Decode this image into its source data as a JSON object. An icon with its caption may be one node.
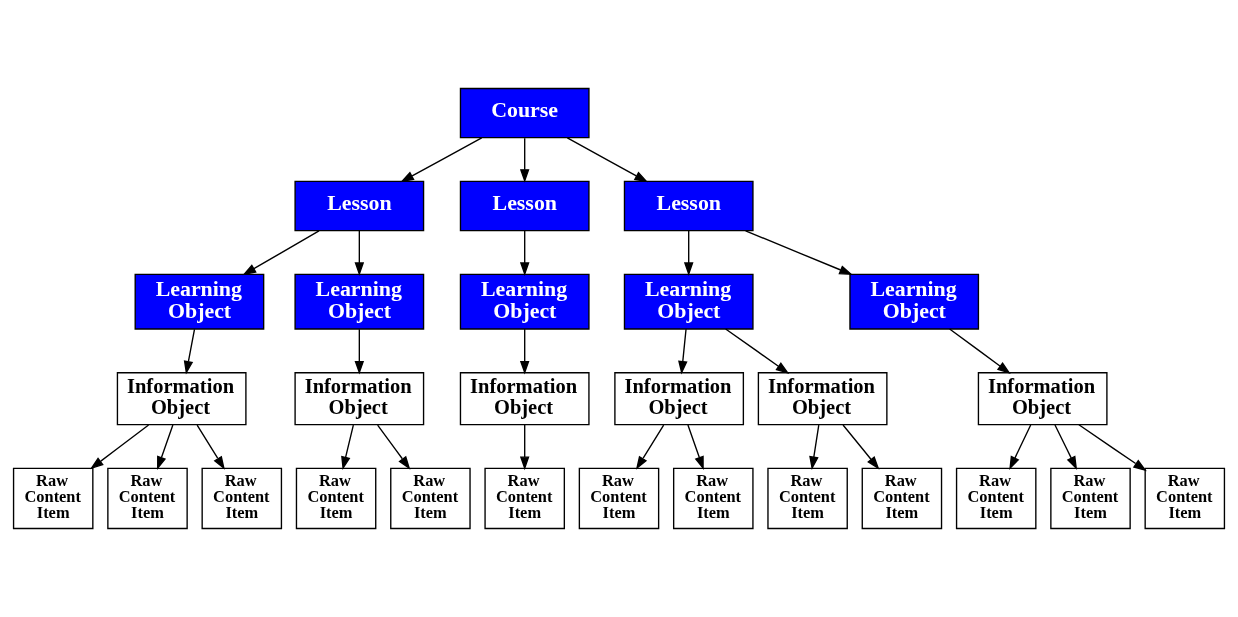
{
  "diagram": {
    "nodes": [
      {
        "text": [
          "Course"
        ]
      },
      {
        "text": [
          "Lesson"
        ]
      },
      {
        "text": [
          "Lesson"
        ]
      },
      {
        "text": [
          "Lesson"
        ]
      },
      {
        "text": [
          "Learning Object"
        ]
      },
      {
        "text": [
          "Learning Object"
        ]
      },
      {
        "text": [
          "Learning Object"
        ]
      },
      {
        "text": [
          "Learning Object"
        ]
      },
      {
        "text": [
          "Learning Object"
        ]
      },
      {
        "text": [
          "Information Object"
        ]
      },
      {
        "text": [
          "Information Object"
        ]
      },
      {
        "text": [
          "Information Object"
        ]
      },
      {
        "text": [
          "Information Object"
        ]
      },
      {
        "text": [
          "Information Object"
        ]
      },
      {
        "text": [
          "Information Object"
        ]
      },
      {
        "text": [
          "Raw Content Item"
        ]
      },
      {
        "text": [
          "Raw Content Item"
        ]
      },
      {
        "text": [
          "Raw Content Item"
        ]
      },
      {
        "text": [
          "Raw Content Item"
        ]
      },
      {
        "text": [
          "Raw Content Item"
        ]
      },
      {
        "text": [
          "Raw Content Item"
        ]
      },
      {
        "text": [
          "Raw Content Item"
        ]
      },
      {
        "text": [
          "Raw Content Item"
        ]
      },
      {
        "text": [
          "Raw Content Item"
        ]
      },
      {
        "text": [
          "Raw Content Item"
        ]
      },
      {
        "text": [
          "Raw Content Item"
        ]
      },
      {
        "text": [
          "Raw Content Item"
        ]
      },
      {
        "text": [
          "Raw Content Item"
        ]
      }
    ],
    "edges": [
      {
        "from": 0,
        "to": 1,
        "arrow": "to"
      },
      {
        "from": 0,
        "to": 2,
        "arrow": "to"
      },
      {
        "from": 0,
        "to": 3,
        "arrow": "to"
      },
      {
        "from": 1,
        "to": 4,
        "arrow": "to"
      },
      {
        "from": 1,
        "to": 5,
        "arrow": "to"
      },
      {
        "from": 2,
        "to": 6,
        "arrow": "to"
      },
      {
        "from": 3,
        "to": 7,
        "arrow": "to"
      },
      {
        "from": 3,
        "to": 8,
        "arrow": "to"
      },
      {
        "from": 4,
        "to": 9,
        "arrow": "to"
      },
      {
        "from": 5,
        "to": 10,
        "arrow": "to"
      },
      {
        "from": 6,
        "to": 11,
        "arrow": "to"
      },
      {
        "from": 7,
        "to": 12,
        "arrow": "to"
      },
      {
        "from": 7,
        "to": 13,
        "arrow": "to"
      },
      {
        "from": 8,
        "to": 14,
        "arrow": "to"
      },
      {
        "from": 9,
        "to": 15,
        "arrow": "to"
      },
      {
        "from": 9,
        "to": 16,
        "arrow": "to"
      },
      {
        "from": 9,
        "to": 17,
        "arrow": "to"
      },
      {
        "from": 10,
        "to": 18,
        "arrow": "to"
      },
      {
        "from": 10,
        "to": 19,
        "arrow": "to"
      },
      {
        "from": 11,
        "to": 20,
        "arrow": "to"
      },
      {
        "from": 12,
        "to": 21,
        "arrow": "to"
      },
      {
        "from": 12,
        "to": 22,
        "arrow": "to"
      },
      {
        "from": 13,
        "to": 23,
        "arrow": "to"
      },
      {
        "from": 13,
        "to": 24,
        "arrow": "to"
      },
      {
        "from": 14,
        "to": 25,
        "arrow": "to"
      },
      {
        "from": 14,
        "to": 26,
        "arrow": "to"
      },
      {
        "from": 14,
        "to": 27,
        "arrow": "to"
      }
    ]
  }
}
